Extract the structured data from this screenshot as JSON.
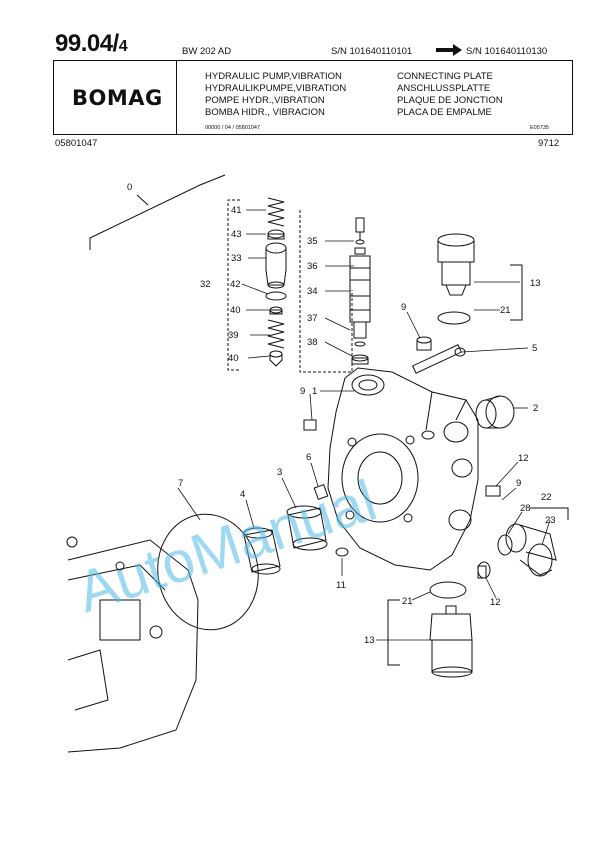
{
  "header": {
    "page_number": "99.04/",
    "page_sub": "4",
    "model": "BW 202 AD",
    "sn_from": "S/N 101640110101",
    "sn_to": "S/N 101640110130",
    "brand": "BOMAG",
    "title_left": [
      "HYDRAULIC PUMP,VIBRATION",
      "HYDRAULIKPUMPE,VIBRATION",
      "POMPE HYDR.,VIBRATION",
      "BOMBA HIDR., VIBRACION"
    ],
    "title_right": [
      "CONNECTING PLATE",
      "ANSCHLUSSPLATTE",
      "PLAQUE DE JONCTION",
      "PLACA DE EMPALME"
    ],
    "ref_left": "00000 / 04 / 05801047",
    "ref_right": "E05735",
    "doc_number": "05801047",
    "date_code": "9712"
  },
  "diagram": {
    "labels": [
      "0",
      "41",
      "43",
      "33",
      "32",
      "42",
      "40",
      "39",
      "40",
      "35",
      "36",
      "34",
      "37",
      "38",
      "13",
      "21",
      "9",
      "5",
      "1",
      "9",
      "2",
      "7",
      "4",
      "3",
      "6",
      "12",
      "9",
      "22",
      "28",
      "23",
      "11",
      "12",
      "21",
      "13"
    ]
  },
  "watermark": "AutoManual"
}
